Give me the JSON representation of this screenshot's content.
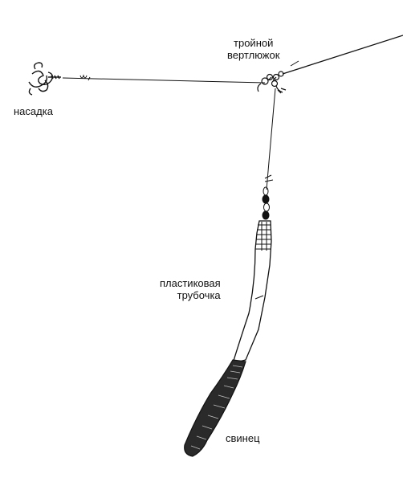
{
  "labels": {
    "swivel_line1": "тройной",
    "swivel_line2": "вертлюжок",
    "bait": "насадка",
    "tube_line1": "пластиковая",
    "tube_line2": "трубочка",
    "sinker": "свинец"
  },
  "colors": {
    "ink": "#111111",
    "background": "#ffffff"
  }
}
